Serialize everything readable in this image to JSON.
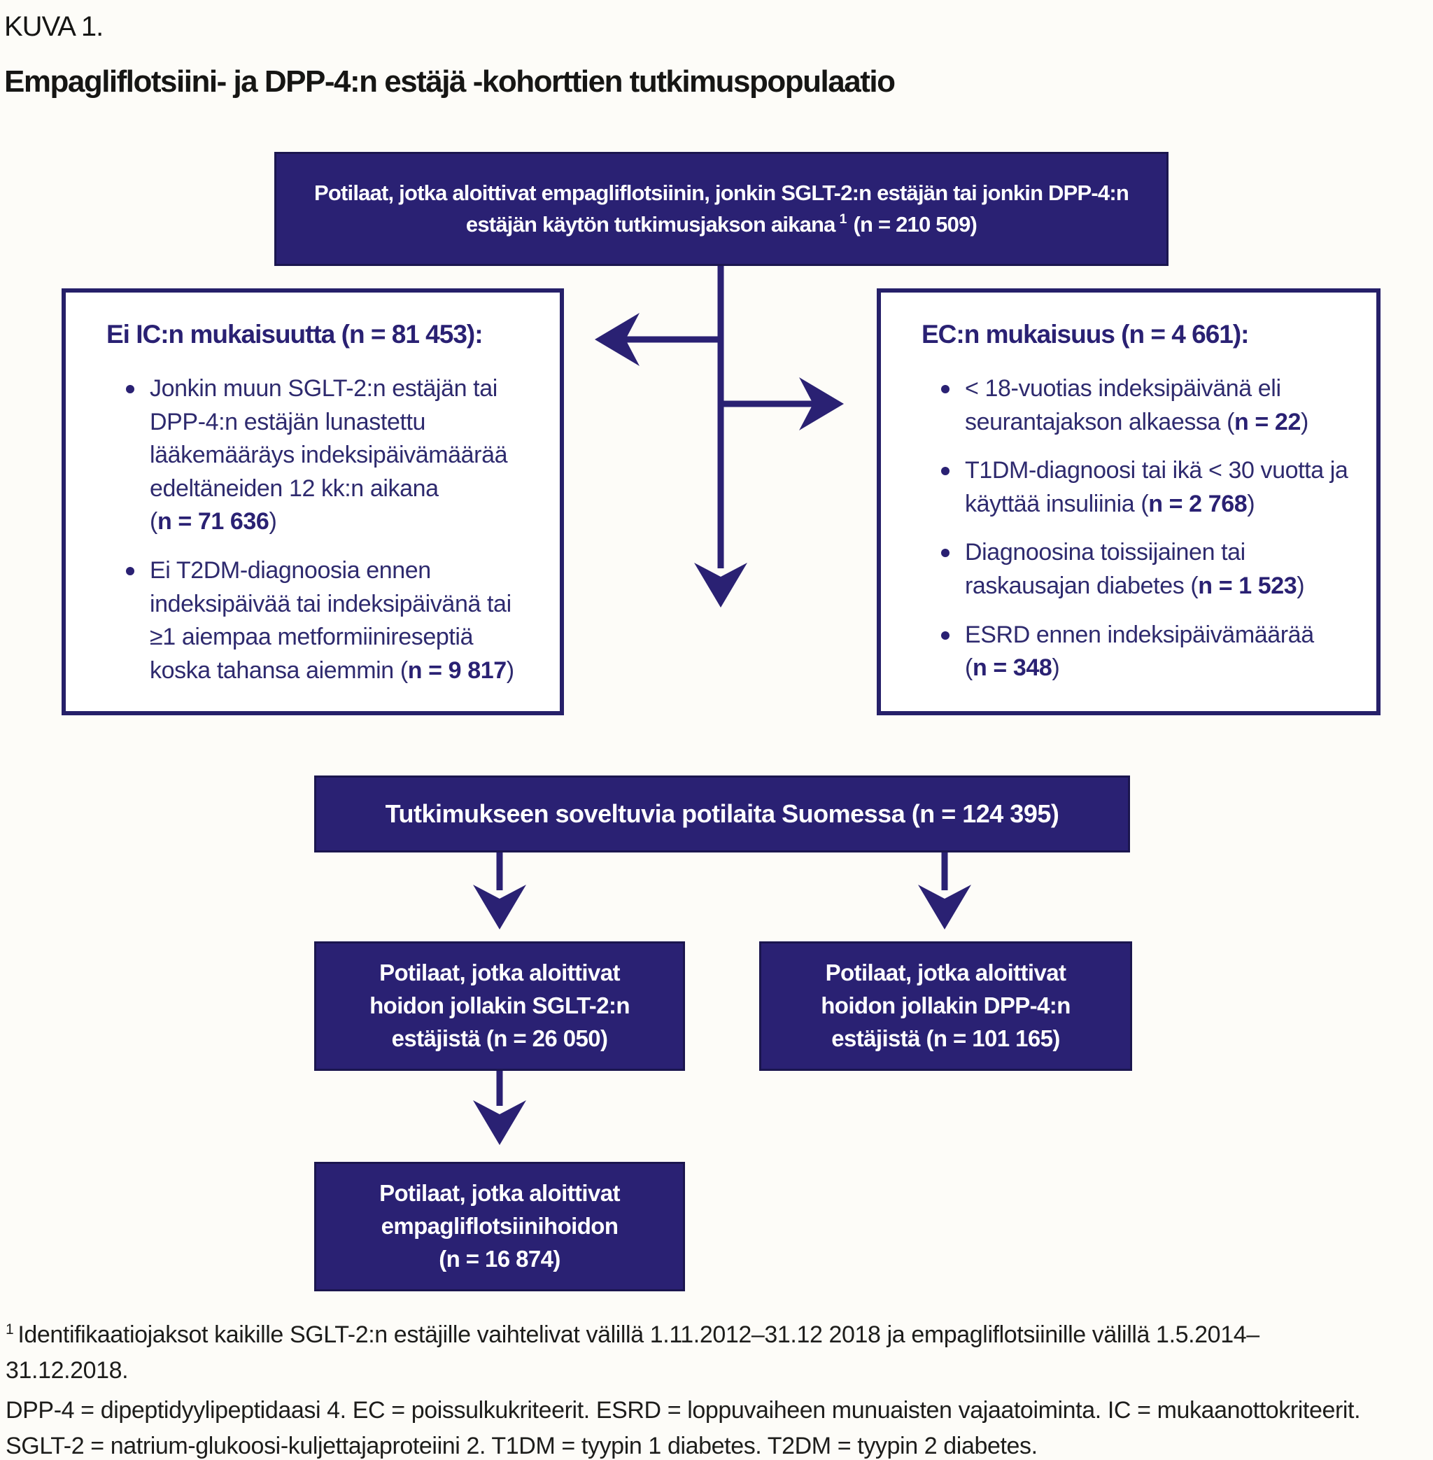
{
  "figure": {
    "kicker": "KUVA 1.",
    "title": "Empagliflotsiini- ja DPP-4:n estäjä -kohorttien tutkimuspopulaatio"
  },
  "colors": {
    "navy": "#2a2173",
    "navy_border": "#1b164f",
    "bullet": "#2e2a6e",
    "body": "#1d1d1b",
    "bg": "#fdfcf8"
  },
  "flow": {
    "top_box": {
      "text": "Potilaat, jotka aloittivat empagliflotsiinin, jonkin SGLT-2:n estäjän tai jonkin DPP-4:n estäjän käytön tutkimusjakson aikana",
      "footnote_marker": "1",
      "n_label": "(n = 210 509)"
    },
    "ic_box": {
      "heading": "Ei IC:n mukaisuutta (n = 81 453):",
      "items": [
        {
          "prefix": "Jonkin muun SGLT-2:n estäjän tai DPP-4:n estäjän lunastettu lääkemääräys indeksipäivämäärää edeltäneiden 12 kk:n aikana (",
          "n": "n = 71 636",
          "suffix": ")"
        },
        {
          "prefix": "Ei T2DM-diagnoosia ennen indeksipäivää tai indeksipäivänä tai ≥1 aiempaa metformiinireseptiä koska tahansa aiemmin (",
          "n": "n = 9 817",
          "suffix": ")"
        }
      ]
    },
    "ec_box": {
      "heading": "EC:n mukaisuus (n = 4 661):",
      "items": [
        {
          "prefix": "< 18-vuotias indeksipäivänä eli seurantajakson alkaessa (",
          "n": "n = 22",
          "suffix": ")"
        },
        {
          "prefix": "T1DM-diagnoosi tai ikä < 30 vuotta ja käyttää insuliinia (",
          "n": "n = 2 768",
          "suffix": ")"
        },
        {
          "prefix": "Diagnoosina toissijainen tai raskausajan diabetes (",
          "n": "n = 1 523",
          "suffix": ")"
        },
        {
          "prefix": "ESRD ennen indeksipäivämäärää (",
          "n": "n = 348",
          "suffix": ")"
        }
      ]
    },
    "eligible_box": {
      "text": "Tutkimukseen soveltuvia potilaita Suomessa (n = 124 395)"
    },
    "sglt2_box": {
      "text": "Potilaat, jotka aloittivat hoidon jollakin SGLT-2:n estäjistä",
      "n_label": "(n = 26 050)"
    },
    "dpp4_box": {
      "text": "Potilaat, jotka aloittivat hoidon jollakin DPP-4:n estäjistä",
      "n_label": "(n = 101 165)"
    },
    "empagliflozin_box": {
      "text": "Potilaat, jotka aloittivat empagliflotsiinihoidon",
      "n_label": "(n = 16 874)"
    }
  },
  "footnotes": {
    "fn1_marker": "1",
    "fn1_line1": "Identifikaatiojaksot kaikille SGLT-2:n estäjille vaihtelivat välillä 1.11.2012–31.12 2018 ja empagliflotsiinille välillä 1.5.2014–",
    "fn1_line2": "31.12.2018.",
    "abbr_line1": "DPP-4 = dipeptidyylipeptidaasi 4. EC = poissulkukriteerit. ESRD = loppuvaiheen munuaisten vajaatoiminta. IC = mukaanottokriteerit.",
    "abbr_line2": "SGLT-2 = natrium-glukoosi-kuljettajaproteiini 2. T1DM = tyypin 1 diabetes. T2DM = tyypin 2 diabetes."
  }
}
